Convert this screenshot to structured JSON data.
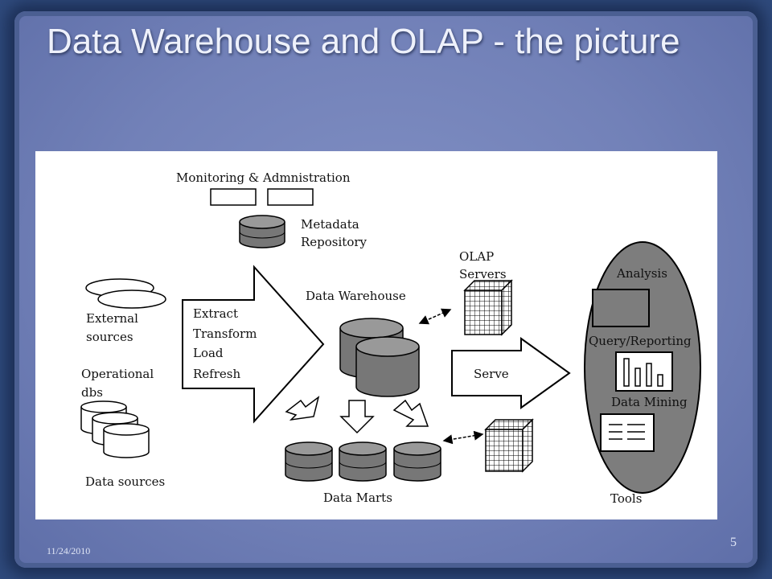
{
  "slide": {
    "title": "Data Warehouse and OLAP - the picture",
    "date": "11/24/2010",
    "page_number": "5"
  },
  "diagram": {
    "monitoring": "Monitoring & Admnistration",
    "metadata_line1": "Metadata",
    "metadata_line2": "Repository",
    "olap_line1": "OLAP",
    "olap_line2": "Servers",
    "data_warehouse": "Data Warehouse",
    "analysis": "Analysis",
    "query_reporting": "Query/Reporting",
    "data_mining": "Data Mining",
    "tools": "Tools",
    "external_line1": "External",
    "external_line2": "sources",
    "operational_line1": "Operational",
    "operational_line2": "dbs",
    "data_sources": "Data sources",
    "etl_extract": "Extract",
    "etl_transform": "Transform",
    "etl_load": "Load",
    "etl_refresh": "Refresh",
    "serve": "Serve",
    "data_marts": "Data Marts"
  }
}
